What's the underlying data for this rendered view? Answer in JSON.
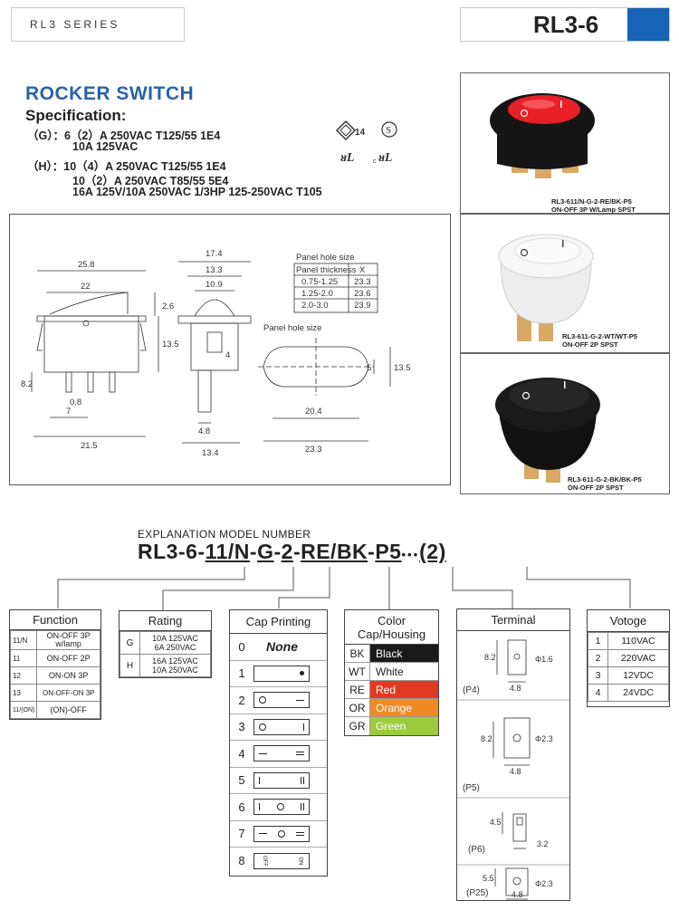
{
  "header": {
    "series": "RL3 SERIES",
    "model": "RL3-6",
    "accent": "#1763b6"
  },
  "title": "ROCKER SWITCH",
  "spec": {
    "heading": "Specification:",
    "lines": [
      "（G）：6（2）A 250VAC T125/55 1E4",
      "10A  125VAC",
      "（H）：10（4）A 250VAC T125/55 1E4",
      "10（2）A 250VAC T85/55 5E4",
      "16A 125V/10A 250VAC 1/3HP 125-250VAC T105"
    ],
    "certs": [
      "ENEC 14",
      "S",
      "UL",
      "cUL"
    ]
  },
  "drawing": {
    "dims": [
      "25.8",
      "22",
      "2.6",
      "13.5",
      "8.2",
      "0.8",
      "7",
      "21.5",
      "17.4",
      "13.3",
      "10.9",
      "4",
      "4.8",
      "13.4",
      "5",
      "13.5",
      "20.4",
      "23.3"
    ],
    "panel_title": "Panel hole size",
    "panel_label": "Panel hole size",
    "panel_table": {
      "headers": [
        "Panel thickness",
        "X"
      ],
      "rows": [
        [
          "0.75-1.25",
          "23.3"
        ],
        [
          "1.25-2.0",
          "23.6"
        ],
        [
          "2.0-3.0",
          "23.9"
        ]
      ]
    }
  },
  "photos": [
    {
      "caption1": "RL3-611/N-G-2-RE/BK-P5",
      "caption2": "ON-OFF 3P W/Lamp SPST",
      "cap_color": "#e8202a",
      "body_color": "#151515"
    },
    {
      "caption1": "RL3-611-G-2-WT/WT-P5",
      "caption2": "ON-OFF 2P SPST",
      "cap_color": "#f4f4f4",
      "body_color": "#f0f0f0"
    },
    {
      "caption1": "RL3-611-G-2-BK/BK-P5",
      "caption2": "ON-OFF 2P SPST",
      "cap_color": "#1a1a1a",
      "body_color": "#111111"
    }
  ],
  "model_explain": {
    "label": "EXPLANATION MODEL NUMBER",
    "parts": [
      "RL3-6",
      "-",
      "11/N",
      "-",
      "G",
      "-",
      "2",
      "-",
      "RE/BK",
      "-",
      "P5",
      "•••",
      "(2)"
    ]
  },
  "function": {
    "title": "Function",
    "rows": [
      [
        "11/N",
        "ON-OFF 3P w/lamp"
      ],
      [
        "11",
        "ON-OFF  2P"
      ],
      [
        "12",
        "ON-ON  3P"
      ],
      [
        "13",
        "ON-OFF-ON 3P"
      ],
      [
        "11/(ON)",
        "(ON)-OFF"
      ]
    ]
  },
  "rating": {
    "title": "Rating",
    "rows": [
      [
        "G",
        "10A 125VAC",
        "6A  250VAC"
      ],
      [
        "H",
        "16A 125VAC",
        "10A 250VAC"
      ]
    ]
  },
  "cap_printing": {
    "title": "Cap Printing",
    "none_label": "None",
    "rows": [
      "0",
      "1",
      "2",
      "3",
      "4",
      "5",
      "6",
      "7",
      "8"
    ],
    "off_label": "OFF",
    "on_label": "ON"
  },
  "color": {
    "title": "Color\nCap/Housing",
    "title1": "Color",
    "title2": "Cap/Housing",
    "rows": [
      {
        "code": "BK",
        "name": "Black",
        "bg": "#1a1a1a",
        "fg": "#ffffff"
      },
      {
        "code": "WT",
        "name": "White",
        "bg": "#ffffff",
        "fg": "#222222"
      },
      {
        "code": "RE",
        "name": "Red",
        "bg": "#e23a22",
        "fg": "#ffffff"
      },
      {
        "code": "OR",
        "name": "Orange",
        "bg": "#f08a24",
        "fg": "#ffffff"
      },
      {
        "code": "GR",
        "name": "Green",
        "bg": "#9ccc3c",
        "fg": "#ffffff"
      }
    ]
  },
  "terminal": {
    "title": "Terminal",
    "items": [
      {
        "name": "(P4)",
        "h": "8.2",
        "w": "4.8",
        "hole": "Φ1.6"
      },
      {
        "name": "(P5)",
        "h": "8.2",
        "w": "4.8",
        "hole": "Φ2.3"
      },
      {
        "name": "(P6)",
        "h": "4.5",
        "w": "3.2",
        "hole": ""
      },
      {
        "name": "(P25)",
        "h": "5.5",
        "w": "4.8",
        "hole": "Φ2.3"
      }
    ]
  },
  "voltage": {
    "title": "Votoge",
    "rows": [
      [
        "1",
        "110VAC"
      ],
      [
        "2",
        "220VAC"
      ],
      [
        "3",
        "12VDC"
      ],
      [
        "4",
        "24VDC"
      ]
    ]
  }
}
